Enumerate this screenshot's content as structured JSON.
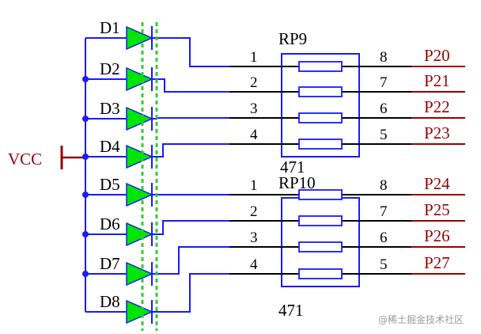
{
  "schematic": {
    "power_label": "VCC",
    "diodes": [
      "D1",
      "D2",
      "D3",
      "D4",
      "D5",
      "D6",
      "D7",
      "D8"
    ],
    "resistor_packs": [
      {
        "ref": "RP9",
        "value": "",
        "left_pins": [
          "1",
          "2",
          "3",
          "4"
        ],
        "right_pins": [
          "8",
          "7",
          "6",
          "5"
        ],
        "nets": [
          "P20",
          "P21",
          "P22",
          "P23"
        ]
      },
      {
        "ref": "RP10",
        "value": "471",
        "left_pins": [
          "1",
          "2",
          "3",
          "4"
        ],
        "right_pins": [
          "8",
          "7",
          "6",
          "5"
        ],
        "nets": [
          "P24",
          "P25",
          "P26",
          "P27"
        ]
      }
    ],
    "overlap_text": "471"
  },
  "watermark": "@稀土掘金技术社区",
  "colors": {
    "wire": "#1a1aff",
    "pin_line": "#000000",
    "component": "#1a1aff",
    "led_fill": "#00e600",
    "led_dash": "#33cc33",
    "net_label": "#990000",
    "power": "#990000",
    "junction": "#1a1aff"
  }
}
